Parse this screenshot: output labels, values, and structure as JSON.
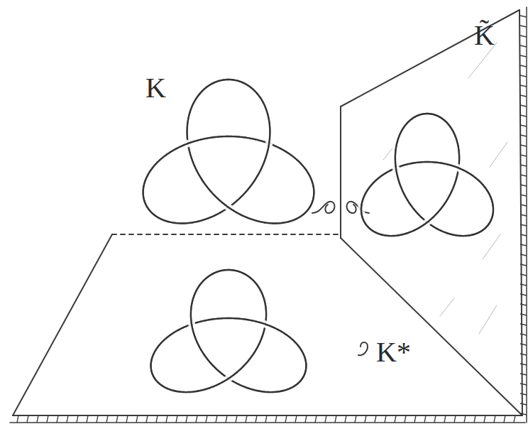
{
  "diagram": {
    "labels": [
      "K",
      "K̃",
      "K*"
    ]
  }
}
